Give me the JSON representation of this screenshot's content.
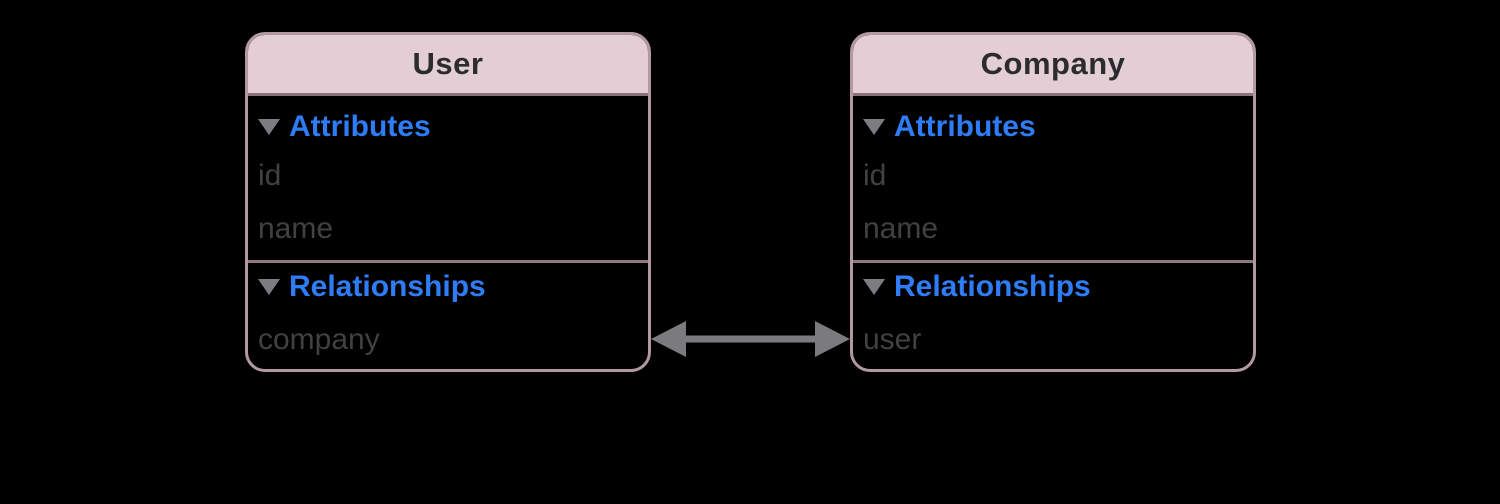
{
  "diagram": {
    "entities": [
      {
        "title": "User",
        "sections": [
          {
            "label": "Attributes",
            "rows": [
              "id",
              "name"
            ]
          },
          {
            "label": "Relationships",
            "rows": [
              "company"
            ]
          }
        ]
      },
      {
        "title": "Company",
        "sections": [
          {
            "label": "Attributes",
            "rows": [
              "id",
              "name"
            ]
          },
          {
            "label": "Relationships",
            "rows": [
              "user"
            ]
          }
        ]
      }
    ],
    "connector": {
      "style": "double-headed-arrow",
      "between": [
        "User",
        "Company"
      ]
    }
  },
  "colors": {
    "background": "#000000",
    "header_fill": "#e3ced6",
    "header_text": "#2c2c2e",
    "box_border": "#b198a3",
    "section_divider": "#8d7781",
    "section_label_blue": "#2e7cf6",
    "disclosure_triangle": "#7d7d81",
    "row_text": "#414144",
    "arrow": "#7b7b7e"
  }
}
